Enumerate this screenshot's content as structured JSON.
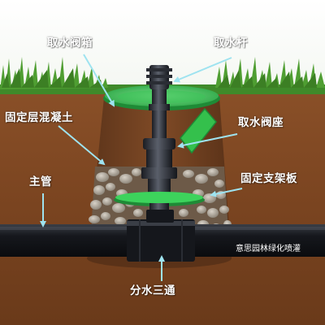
{
  "labels": {
    "valve_box": "取水阀箱",
    "intake_rod": "取水杆",
    "concrete_layer": "固定层混凝土",
    "valve_seat": "取水阀座",
    "bracket_plate": "固定支架板",
    "main_pipe": "主管",
    "tee": "分水三通"
  },
  "brand": "意思园林绿化喷灌",
  "colors": {
    "soil": "#7a4420",
    "valve_box_green": "#2fb84a",
    "pipe_black": "#111318",
    "arrow": "#9ee3f0",
    "label_text": "#ffffff"
  }
}
